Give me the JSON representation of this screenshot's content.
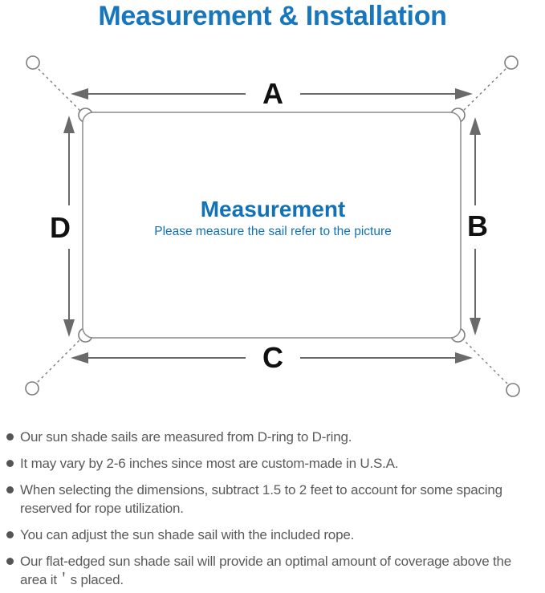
{
  "title": "Measurement & Installation",
  "diagram": {
    "labels": {
      "top": "A",
      "right": "B",
      "bottom": "C",
      "left": "D"
    },
    "center_title": "Measurement",
    "center_subtitle": "Please measure the sail refer to the picture",
    "colors": {
      "title_blue": "#1777BE",
      "center_blue": "#1272B7",
      "line_gray": "#7D7D7D",
      "outline_gray": "#8C8C8C",
      "arrow_gray": "#6A6A6A",
      "label_black": "#111111"
    }
  },
  "notes": {
    "items": [
      "Our sun shade sails are measured from D-ring to D-ring.",
      "It may vary by 2-6 inches since most are custom-made in U.S.A.",
      "When selecting the dimensions, subtract 1.5 to 2 feet to account for some spacing reserved for rope utilization.",
      "You can adjust the sun shade sail with the included rope.",
      "Our flat-edged sun shade sail will provide an optimal amount of coverage above the area it＇s placed."
    ]
  }
}
